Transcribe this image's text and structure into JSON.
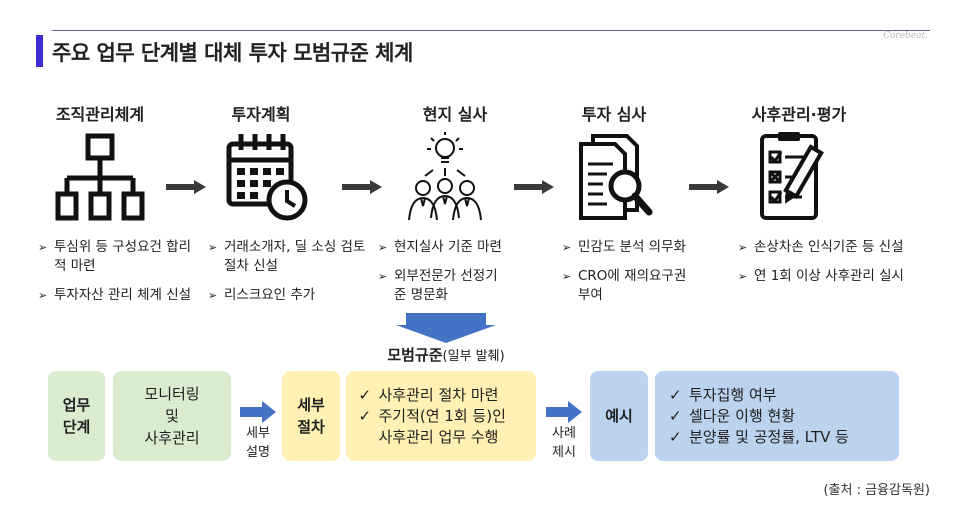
{
  "header": {
    "title": "주요 업무 단계별 대체 투자 모범규준 체계",
    "brand": "Corebeat."
  },
  "stages": [
    {
      "label": "조직관리체계",
      "icon": "org-chart-icon",
      "bullets": [
        "투심위 등 구성요건 합리적 마련",
        "투자자산 관리 체계 신설"
      ]
    },
    {
      "label": "투자계획",
      "icon": "calendar-clock-icon",
      "bullets": [
        "거래소개자, 딜 소싱 검토절차 신설",
        "리스크요인 추가"
      ]
    },
    {
      "label": "현지 실사",
      "icon": "team-idea-icon",
      "bullets": [
        "현지실사 기준 마련",
        "외부전문가 선정기준 명문화"
      ]
    },
    {
      "label": "투자 심사",
      "icon": "document-search-icon",
      "bullets": [
        "민감도 분석 의무화",
        "CRO에 재의요구권 부여"
      ]
    },
    {
      "label": "사후관리·평가",
      "icon": "checklist-icon",
      "bullets": [
        "손상차손 인식기준 등 신설",
        "연 1회 이상 사후관리 실시"
      ]
    }
  ],
  "model": {
    "title": "모범규준",
    "subtitle": "(일부 발췌)"
  },
  "flow": {
    "stage_label": "업무\n단계",
    "stage_value": "모니터링\n및\n사후관리",
    "arrow1_label": "세부\n설명",
    "detail_label": "세부\n절차",
    "detail_items": [
      "사후관리 절차 마련",
      "주기적(연 1회 등)인 사후관리 업무 수행"
    ],
    "arrow2_label": "사례\n제시",
    "example_label": "예시",
    "example_items": [
      "투자집행 여부",
      "셀다운 이행 현황",
      "분양률 및 공정률, LTV 등"
    ]
  },
  "source": "(출처 : 금융감독원)",
  "colors": {
    "accent": "#3b2bd1",
    "green": "#d9ecd0",
    "yellow": "#fff0b3",
    "blue": "#bcd3f0",
    "arrow_blue": "#4472c4"
  }
}
